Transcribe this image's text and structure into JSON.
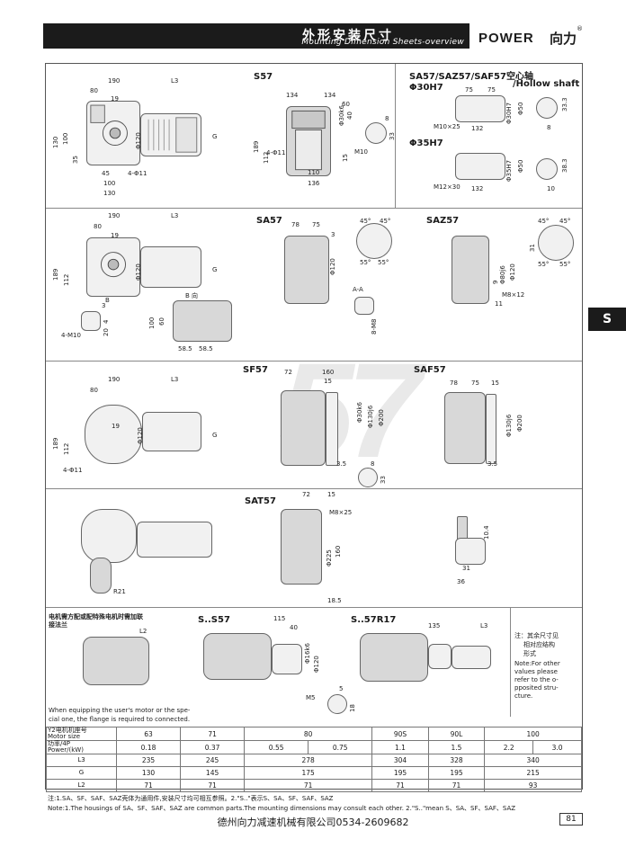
{
  "header": {
    "title_cn": "外形安装尺寸",
    "title_en": "Mounting Dimension Sheets-overview",
    "brand": "POWER",
    "brand_cn": "向力",
    "reg": "®"
  },
  "side_tab": "S",
  "watermark": "57",
  "sections": {
    "s57": {
      "label": "S57"
    },
    "hollow": {
      "label": "SA57/SAZ57/SAF57空心轴",
      "label_en": "/Hollow shaft",
      "phi30": "Φ30H7",
      "phi35": "Φ35H7"
    },
    "sa57": {
      "label": "SA57"
    },
    "saz57": {
      "label": "SAZ57"
    },
    "sf57": {
      "label": "SF57"
    },
    "saf57": {
      "label": "SAF57"
    },
    "sat57": {
      "label": "SAT57"
    },
    "s_s57": {
      "label": "S..S57"
    },
    "s_57r17": {
      "label": "S..57R17"
    },
    "b_view": "B 向",
    "b_mark": "B",
    "aa": "A-A"
  },
  "dims": {
    "d190": "190",
    "dL3": "L3",
    "d80": "80",
    "d19": "19",
    "d130": "130",
    "d100": "100",
    "d35": "35",
    "d45": "45",
    "d4x11": "4-Φ11",
    "d10": "10",
    "dphi120": "Φ120",
    "dG": "G",
    "d134": "134",
    "d60": "60",
    "d30k6": "Φ30k6",
    "d40": "40",
    "d189": "189",
    "d112": "112",
    "d15": "15",
    "d110": "110",
    "d136": "136",
    "d8": "8",
    "d33": "33",
    "dM10": "M10",
    "d5": "5",
    "d75": "75",
    "dphi30h7": "Φ30H7",
    "dphi50": "Φ50",
    "d33_3": "33.3",
    "dM10x25": "M10×25",
    "d132": "132",
    "dphi35h7": "Φ35H7",
    "d38_3": "38.3",
    "dM12x30": "M12×30",
    "d78": "78",
    "d3": "3",
    "d4_M10": "4-M10",
    "d4": "4",
    "d20": "20",
    "d58_5": "58.5",
    "d8_M8": "8-M8",
    "d45deg": "45°",
    "d55deg": "55°",
    "d31": "31",
    "d9": "9",
    "d80j6": "Φ80j6",
    "dM8x12": "M8×12",
    "d11": "11",
    "d72": "72",
    "d160": "160",
    "d130j6": "Φ130j6",
    "d200": "Φ200",
    "d3_5": "3.5",
    "d225": "Φ225",
    "dM8x25": "M8×25",
    "d18_5": "18.5",
    "dR21": "R21",
    "d10_4": "10.4",
    "d36": "36",
    "d115": "115",
    "d40b": "40",
    "d16k6": "Φ16k6",
    "dM5": "M5",
    "d18": "18",
    "d135": "135",
    "dL2": "L2"
  },
  "motor_flange_note": {
    "cn": "电机需方配或配特殊电机时需加联接法兰",
    "en1": "When equipping the user's motor or the spe-",
    "en2": "cial one, the flange is required to connected."
  },
  "side_note": {
    "cn1": "注：其余尺寸见",
    "cn2": "相对应结构",
    "cn3": "形式",
    "en1": "Note:For other",
    "en2": "values please",
    "en3": "refer to the o-",
    "en4": "pposited stru-",
    "en5": "cture."
  },
  "table": {
    "row_motor_cn": "Y2电机机座号",
    "row_motor_en": "Motor size",
    "motor_sizes": [
      "63",
      "71",
      "80",
      "90S",
      "90L",
      "100"
    ],
    "row_power_cn": "功率/4P",
    "row_power_en": "Power/(kW)",
    "powers": [
      "0.18",
      "0.37",
      "0.55",
      "0.75",
      "1.1",
      "1.5",
      "2.2",
      "3.0"
    ],
    "rows": [
      {
        "name": "L3",
        "values": [
          "235",
          "245",
          "278",
          "304",
          "328",
          "340"
        ]
      },
      {
        "name": "G",
        "values": [
          "130",
          "145",
          "175",
          "195",
          "195",
          "215"
        ]
      },
      {
        "name": "L2",
        "values": [
          "71",
          "71",
          "71",
          "71",
          "71",
          "93"
        ]
      }
    ]
  },
  "notes": {
    "cn": "注:1.SA、SF、SAF、SAZ壳体为通用件,安装尺寸均可相互参照。2.\"S..\"表示S、SA、SF、SAF、SAZ",
    "en": "Note:1.The housings of SA、SF、SAF、SAZ are common parts.The mounting dimensions may consult each other. 2.\"S..\"mean S、SA、SF、SAF、SAZ"
  },
  "footer": {
    "company": "德州向力减速机械有限公司0534-2609682",
    "page": "81"
  }
}
